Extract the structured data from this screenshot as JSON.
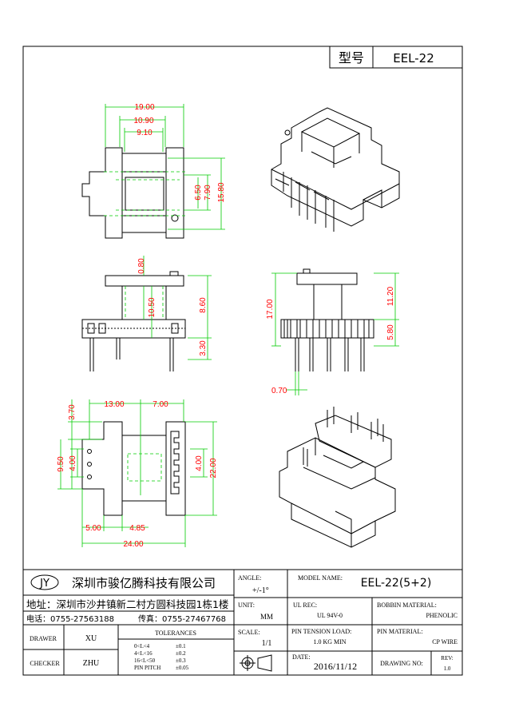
{
  "header": {
    "type_label": "型号",
    "type_value": "EEL-22"
  },
  "dimensions": {
    "top_w19": "19.00",
    "top_w1090": "10.90",
    "top_w910": "9.10",
    "top_h650": "6.50",
    "top_h790": "7.90",
    "top_h1580": "15.80",
    "front_080": "0.80",
    "front_1050": "10.50",
    "front_860": "8.60",
    "front_330": "3.30",
    "side_1700": "17.00",
    "side_1120": "11.20",
    "side_580": "5.80",
    "side_070": "0.70",
    "bot_370": "3.70",
    "bot_1300": "13.00",
    "bot_700": "7.00",
    "bot_950": "9.50",
    "bot_400a": "4.00",
    "bot_400b": "4.00",
    "bot_2200": "22.00",
    "bot_500": "5.00",
    "bot_485": "4.85",
    "bot_2400": "24.00"
  },
  "title_block": {
    "logo": "JY",
    "company": "深圳市骏亿腾科技有限公司",
    "address": "地址：深圳市沙井镇新二村方圆科技园1栋1楼",
    "phone": "电话：0755-27563188",
    "fax": "传真：0755-27467768",
    "angle_label": "ANGLE:",
    "angle_value": "+/-1°",
    "model_label": "MODEL NAME:",
    "model_value": "EEL-22(5+2)",
    "unit_label": "UNIT:",
    "unit_value": "MM",
    "ul_label": "UL REC:",
    "ul_value": "UL 94V-0",
    "bobbin_label": "BOBBIN MATERIAL:",
    "bobbin_value": "PHENOLIC",
    "scale_label": "SCALE:",
    "scale_value": "1/1",
    "tension_label": "PIN TENSION LOAD:",
    "tension_value": "1.0 KG MIN",
    "pin_mat_label": "PIN MATERIAL:",
    "pin_mat_value": "CP WIRE",
    "drawer_label": "DRAWER",
    "drawer_value": "XU",
    "checker_label": "CHECKER",
    "checker_value": "ZHU",
    "tol_label": "TOLERANCES",
    "tol_rows": [
      {
        "range": "0<L<4",
        "tol": "±0.1"
      },
      {
        "range": "4<L<16",
        "tol": "±0.2"
      },
      {
        "range": "16<L<50",
        "tol": "±0.3"
      },
      {
        "range": "PIN PITCH",
        "tol": "±0.05"
      }
    ],
    "date_label": "DATE:",
    "date_value": "2016/11/12",
    "drawing_no_label": "DRAWING NO:",
    "rev_label": "REV:",
    "rev_value": "1.0"
  }
}
